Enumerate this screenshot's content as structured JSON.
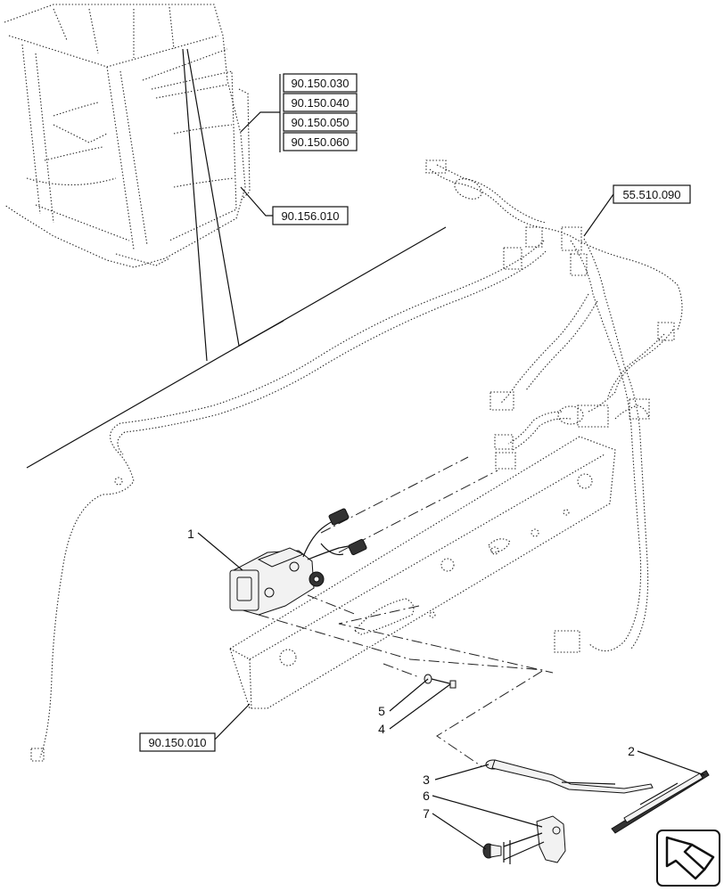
{
  "references": {
    "cab_group": [
      "90.150.030",
      "90.150.040",
      "90.150.050",
      "90.150.060"
    ],
    "cab_side": "90.156.010",
    "harness": "55.510.090",
    "panel": "90.150.010"
  },
  "callouts": [
    "1",
    "2",
    "3",
    "4",
    "5",
    "6",
    "7"
  ],
  "nav_icon": "arrow-return-icon"
}
